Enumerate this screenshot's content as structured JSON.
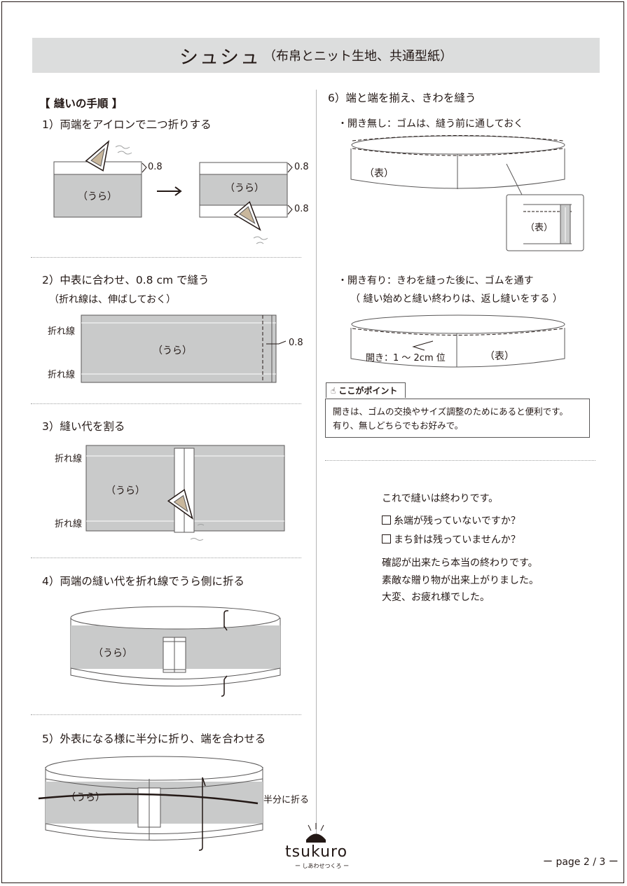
{
  "title": {
    "main": "シュシュ",
    "sub": "（布帛とニット生地、共通型紙）"
  },
  "section_header": "【 縫いの手順 】",
  "steps": {
    "s1": {
      "heading": "1）両端をアイロンで二つ折りする",
      "label_ura": "（うら）",
      "dim": "0.8"
    },
    "s2": {
      "heading": "2）中表に合わせ、0.8 cm で縫う",
      "note": "（折れ線は、伸ばしておく）",
      "fold": "折れ線",
      "label_ura": "（うら）",
      "dim": "0.8"
    },
    "s3": {
      "heading": "3）縫い代を割る",
      "fold": "折れ線",
      "label_ura": "（うら）"
    },
    "s4": {
      "heading": "4）両端の縫い代を折れ線でうら側に折る",
      "label_ura": "（うら）"
    },
    "s5": {
      "heading": "5）外表になる様に半分に折り、端を合わせる",
      "label_ura": "（うら）",
      "half": "半分に折る"
    },
    "s6": {
      "heading": "6）端と端を揃え、きわを縫う",
      "a": "・開き無し：ゴムは、縫う前に通しておく",
      "label_omote": "（表）",
      "b": "・開き有り：きわを縫った後に、ゴムを通す",
      "b_note": "（ 縫い始めと縫い終わりは、返し縫いをする ）",
      "opening": "開き：1 ～ 2cm 位"
    }
  },
  "point": {
    "tag": "ここがポイント",
    "line1": "開きは、ゴムの交換やサイズ調整のためにあると便利です。",
    "line2": "有り、無しどちらでもお好みで。"
  },
  "closing": {
    "line1": "これで縫いは終わりです。",
    "check1": "糸端が残っていないですか？",
    "check2": "まち針は残っていませんか？",
    "line2": "確認が出来たら本当の終わりです。",
    "line3": "素敵な贈り物が出来上がりました。",
    "line4": "大変、お疲れ様でした。"
  },
  "logo": {
    "name": "tsukuro",
    "tagline": "ー しあわせつくろ ー"
  },
  "page": "ー page 2 / 3 ー",
  "colors": {
    "title_bg": "#dcdddd",
    "fabric": "#c9caca",
    "ink": "#231815",
    "dotted": "#9fa0a0"
  }
}
